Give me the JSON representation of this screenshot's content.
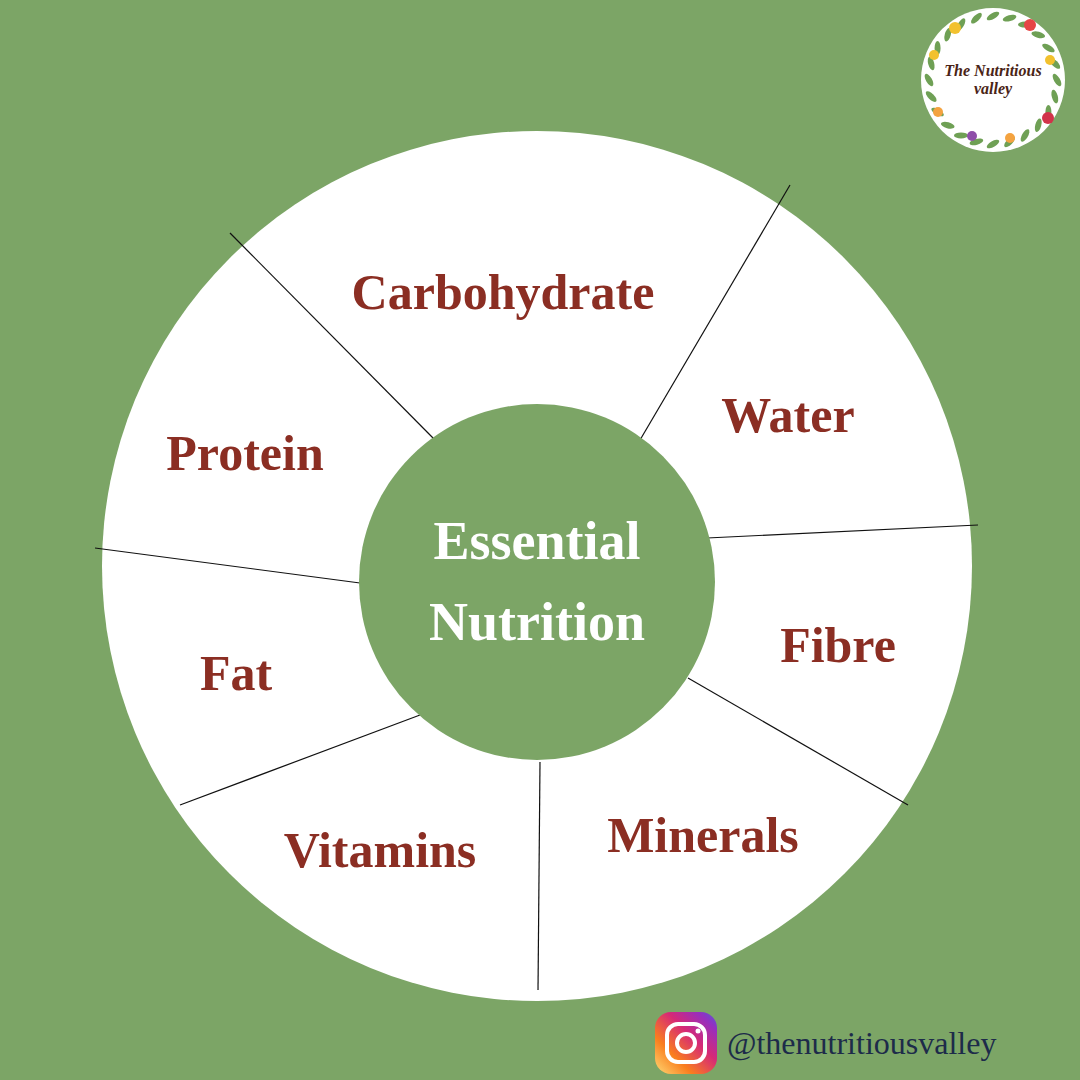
{
  "diagram": {
    "nodes": [
      {
        "text": [
          "Carbohydrate"
        ]
      },
      {
        "text": [
          "Water"
        ]
      },
      {
        "text": [
          "Protein"
        ]
      },
      {
        "text": [
          "Essential Nutrition"
        ]
      },
      {
        "text": [
          "Fibre"
        ]
      },
      {
        "text": [
          "Fat"
        ]
      },
      {
        "text": [
          "Vitamins"
        ]
      },
      {
        "text": [
          "Minerals"
        ]
      }
    ],
    "labels": [
      "The Nutritious valley",
      "@thenutritiousvalley"
    ]
  }
}
